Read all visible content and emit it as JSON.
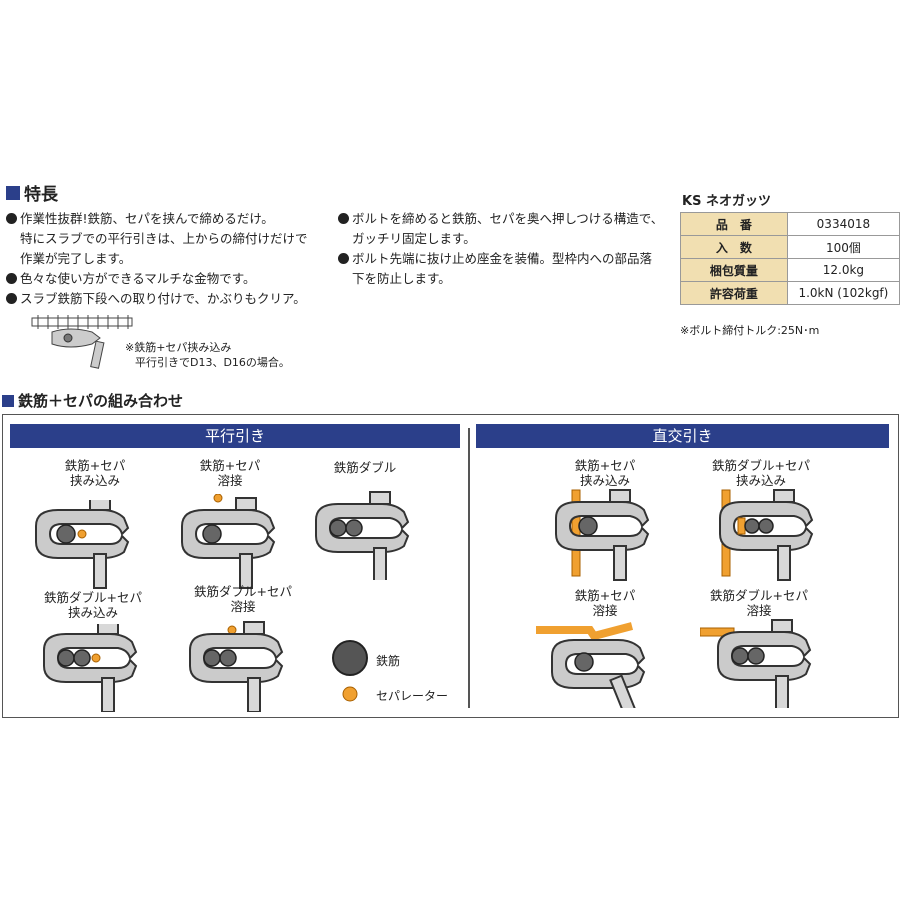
{
  "features": {
    "title": "特長",
    "left_items": [
      {
        "lines": [
          "作業性抜群!鉄筋、セパを挟んで締めるだけ。",
          "特にスラブでの平行引きは、上からの締付けだけで",
          "作業が完了します。"
        ]
      },
      {
        "lines": [
          "色々な使い方ができるマルチな金物です。"
        ]
      },
      {
        "lines": [
          "スラブ鉄筋下段への取り付けで、かぶりもクリア。"
        ]
      }
    ],
    "right_items": [
      {
        "lines": [
          "ボルトを締めると鉄筋、セパを奥へ押しつける構造で、",
          "ガッチリ固定します。"
        ]
      },
      {
        "lines": [
          "ボルト先端に抜け止め座金を装備。型枠内への部品落",
          "下を防止します。"
        ]
      }
    ],
    "slab_note": [
      "※鉄筋+セパ挟み込み",
      "平行引きでD13、D16の場合。"
    ]
  },
  "spec": {
    "title": "KS ネオガッツ",
    "rows": [
      {
        "key": "品　番",
        "value": "0334018"
      },
      {
        "key": "入　数",
        "value": "100個"
      },
      {
        "key": "梱包質量",
        "value": "12.0kg"
      },
      {
        "key": "許容荷重",
        "value": "1.0kN (102kgf)"
      }
    ],
    "note": "※ボルト締付トルク:25N･m"
  },
  "combos": {
    "title": "鉄筋＋セパの組み合わせ",
    "parallel": {
      "banner": "平行引き",
      "items": [
        {
          "label": [
            "鉄筋+セパ",
            "挟み込み"
          ]
        },
        {
          "label": [
            "鉄筋+セパ",
            "溶接"
          ]
        },
        {
          "label": [
            "鉄筋ダブル"
          ]
        },
        {
          "label": [
            "鉄筋ダブル+セパ",
            "挟み込み"
          ]
        },
        {
          "label": [
            "鉄筋ダブル+セパ",
            "溶接"
          ]
        }
      ]
    },
    "perpendicular": {
      "banner": "直交引き",
      "items": [
        {
          "label": [
            "鉄筋+セパ",
            "挟み込み"
          ]
        },
        {
          "label": [
            "鉄筋ダブル+セパ",
            "挟み込み"
          ]
        },
        {
          "label": [
            "鉄筋+セパ",
            "溶接"
          ]
        },
        {
          "label": [
            "鉄筋ダブル+セパ",
            "溶接"
          ]
        }
      ]
    },
    "legend": {
      "rebar": "鉄筋",
      "separator": "セパレーター"
    }
  },
  "colors": {
    "navy": "#2b3f8a",
    "orange": "#f0a030",
    "table_key_bg": "#f1dfb1",
    "clamp_gray": "#c8c8c8"
  }
}
